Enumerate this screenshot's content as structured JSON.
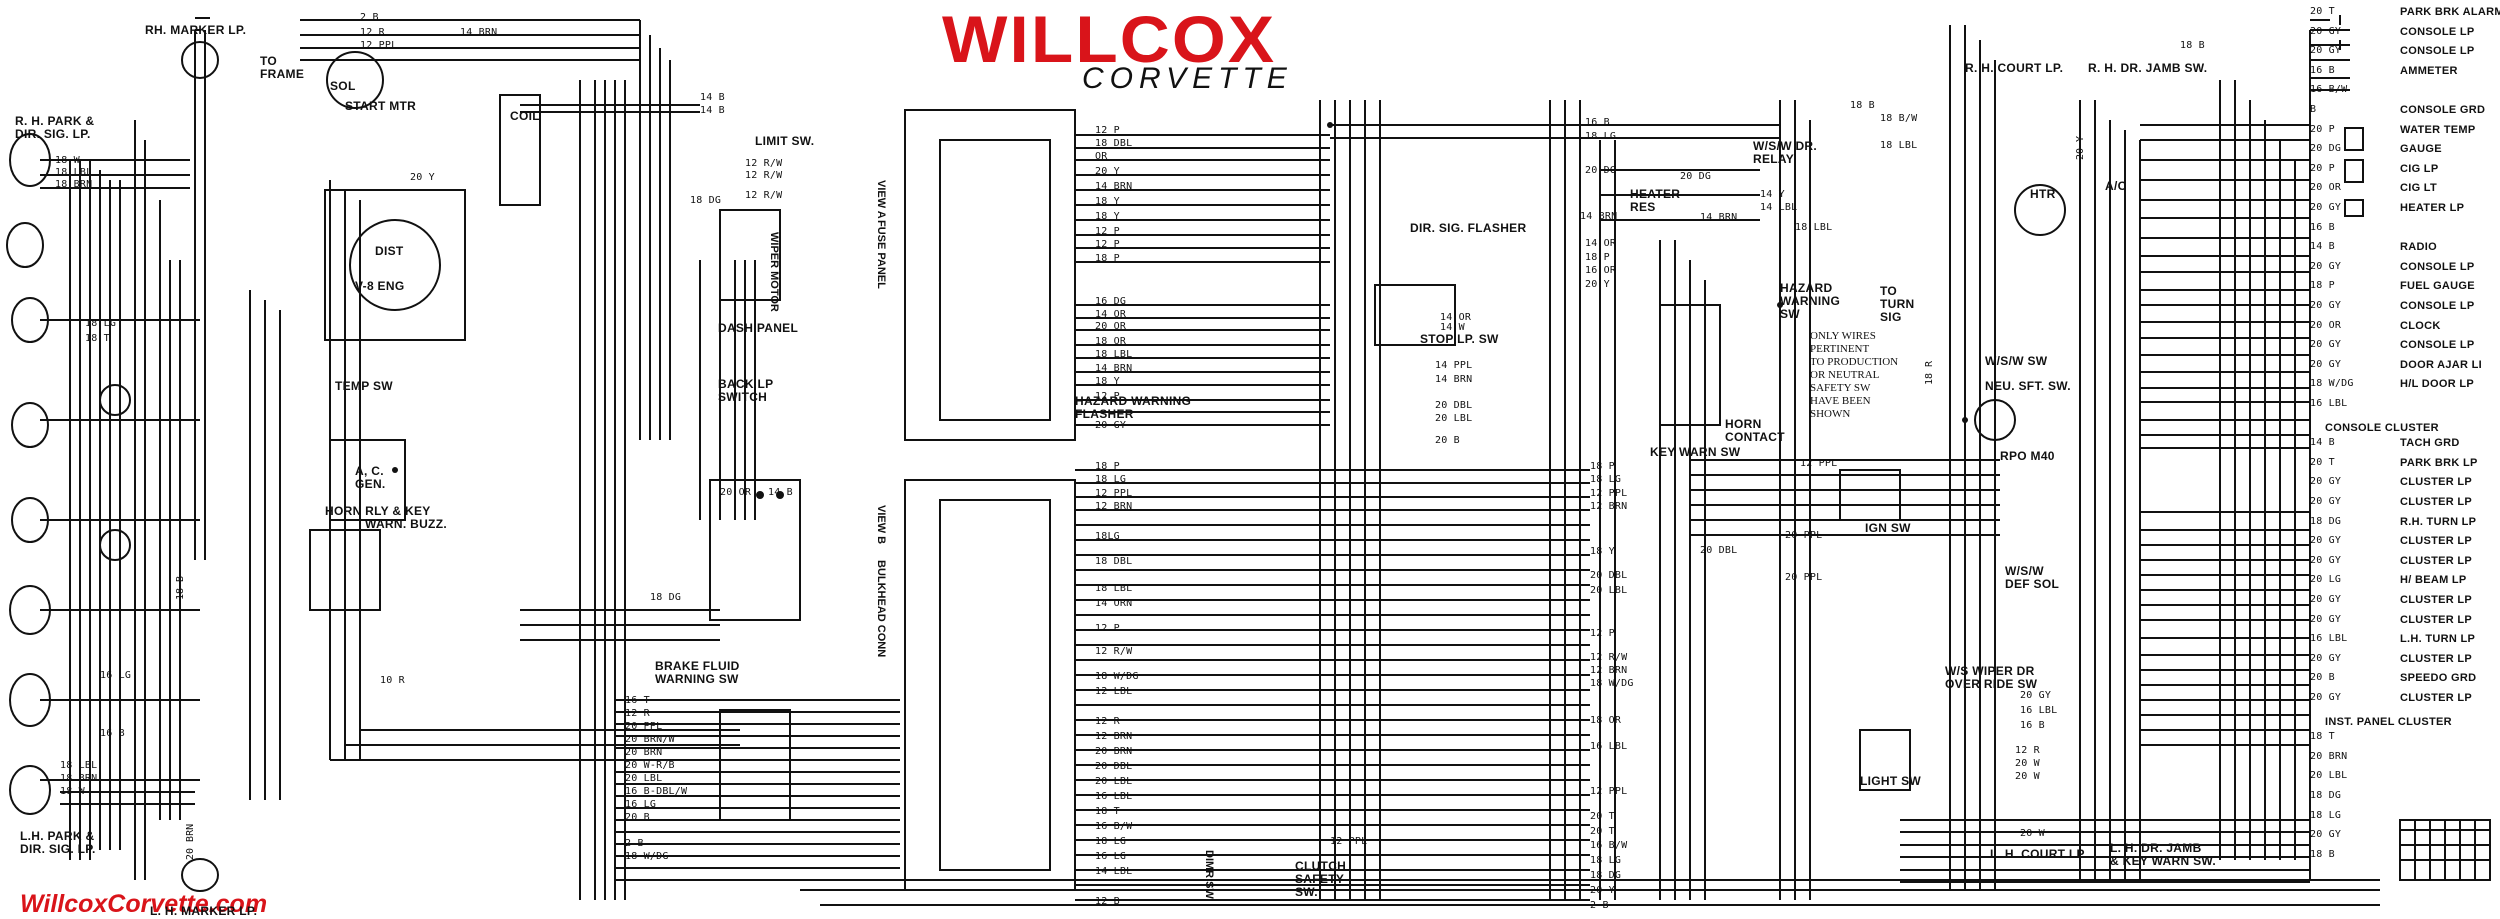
{
  "logo": {
    "brand": "WILLCOX",
    "sub": "CORVETTE"
  },
  "website": "WillcoxCorvette.com",
  "components": {
    "rh_marker": "RH. MARKER LP.",
    "rh_park": "R. H. PARK &",
    "rh_park2": "DIR. SIG. LP.",
    "lh_park": "L.H. PARK &",
    "lh_park2": "DIR. SIG. LP.",
    "lh_marker": "L. H. MARKER LP.",
    "to_frame": "TO",
    "to_frame2": "FRAME",
    "coil": "COIL",
    "v8": "V-8 ENG",
    "dist": "DIST",
    "temp_sw": "TEMP SW",
    "gen": "A, C.",
    "gen2": "GEN.",
    "horn_rly": "HORN RLY & KEY",
    "horn_rly2": "WARN. BUZZ.",
    "limit_sw": "LIMIT SW.",
    "dash_panel": "DASH PANEL",
    "back_lp": "BACK LP",
    "back_lp2": "SWITCH",
    "wiper_motor": "WIPER MOTOR",
    "brake_fluid": "BRAKE FLUID",
    "brake_fluid2": "WARNING SW",
    "fuse_panel": "FUSE PANEL",
    "bulkhead": "BULKHEAD CONN",
    "hazard_flasher": "HAZARD WARNING",
    "hazard_flasher2": "FLASHER",
    "dir_sig_flasher": "DIR. SIG. FLASHER",
    "stop_lp": "STOP LP. SW",
    "dimmer": "DIMR SW",
    "clutch": "CLUTCH",
    "clutch2": "SAFETY",
    "clutch3": "SW.",
    "wsw_relay": "W/S/W DR.",
    "wsw_relay2": "RELAY",
    "heater_res": "HEATER",
    "heater_res2": "RES",
    "hazard_sw": "HAZARD",
    "hazard_sw2": "WARNING",
    "hazard_sw3": "SW",
    "to_turn": "TO",
    "to_turn2": "TURN",
    "to_turn3": "SIG",
    "note": "ONLY WIRES\nPERTINENT\nTO PRODUCTION\nOR NEUTRAL\nSAFETY SW\nHAVE BEEN\nSHOWN",
    "horn_contact": "HORN",
    "horn_contact2": "CONTACT",
    "key_warn": "KEY WARN SW",
    "ign_sw": "IGN SW",
    "wsw_defsol": "W/S/W",
    "wsw_defsol2": "DEF SOL",
    "wsw_override": "W/S WIPER DR",
    "wsw_override2": "OVER RIDE SW",
    "light_sw": "LIGHT SW",
    "neu_set": "NEU. SFT. SW.",
    "rpo": "RPO M40",
    "wsw_sw": "W/S/W SW",
    "rh_court": "R. H. COURT LP.",
    "rh_jamb": "R. H. DR. JAMB SW.",
    "lh_court": "L. H. COURT LP.",
    "lh_jamb": "L. H. DR. JAMB",
    "lh_jamb2": "& KEY WARN SW.",
    "htr": "HTR",
    "ac": "A/C",
    "view_a": "VIEW A",
    "view_b": "VIEW B",
    "start_mtr": "START MTR",
    "sol": "SOL"
  },
  "right_column": [
    {
      "wire": "20 T",
      "name": "PARK BRK ALARM SW"
    },
    {
      "wire": "20 GY",
      "name": "CONSOLE LP"
    },
    {
      "wire": "20 GY",
      "name": "CONSOLE LP"
    },
    {
      "wire": "16 B",
      "name": "AMMETER"
    },
    {
      "wire": "16 B/W",
      "name": ""
    },
    {
      "wire": "B",
      "name": "CONSOLE GRD"
    },
    {
      "wire": "20 P",
      "name": "WATER TEMP"
    },
    {
      "wire": "20 DG",
      "name": "GAUGE"
    },
    {
      "wire": "20 P",
      "name": "CIG LP"
    },
    {
      "wire": "20 OR",
      "name": "CIG LT"
    },
    {
      "wire": "20 GY",
      "name": "HEATER LP"
    },
    {
      "wire": "16 B",
      "name": ""
    },
    {
      "wire": "14 B",
      "name": "RADIO"
    },
    {
      "wire": "20 GY",
      "name": "CONSOLE LP"
    },
    {
      "wire": "18 P",
      "name": "FUEL GAUGE"
    },
    {
      "wire": "20 GY",
      "name": "CONSOLE LP"
    },
    {
      "wire": "20 OR",
      "name": "CLOCK"
    },
    {
      "wire": "20 GY",
      "name": "CONSOLE LP"
    },
    {
      "wire": "20 GY",
      "name": "DOOR AJAR LI"
    },
    {
      "wire": "18 W/DG",
      "name": "H/L DOOR LP"
    },
    {
      "wire": "16 LBL",
      "name": ""
    },
    {
      "wire": "",
      "name": "CONSOLE CLUSTER"
    },
    {
      "wire": "14 B",
      "name": "TACH GRD"
    },
    {
      "wire": "20 T",
      "name": "PARK BRK LP"
    },
    {
      "wire": "20 GY",
      "name": "CLUSTER LP"
    },
    {
      "wire": "20 GY",
      "name": "CLUSTER LP"
    },
    {
      "wire": "18 DG",
      "name": "R.H. TURN LP"
    },
    {
      "wire": "20 GY",
      "name": "CLUSTER LP"
    },
    {
      "wire": "20 GY",
      "name": "CLUSTER LP"
    },
    {
      "wire": "20 LG",
      "name": "H/ BEAM LP"
    },
    {
      "wire": "20 GY",
      "name": "CLUSTER LP"
    },
    {
      "wire": "20 GY",
      "name": "CLUSTER LP"
    },
    {
      "wire": "16 LBL",
      "name": "L.H. TURN LP"
    },
    {
      "wire": "20 GY",
      "name": "CLUSTER LP"
    },
    {
      "wire": "20 B",
      "name": "SPEEDO GRD"
    },
    {
      "wire": "20 GY",
      "name": "CLUSTER LP"
    },
    {
      "wire": "",
      "name": "INST. PANEL CLUSTER"
    },
    {
      "wire": "18 T",
      "name": ""
    },
    {
      "wire": "20 BRN",
      "name": ""
    },
    {
      "wire": "20 LBL",
      "name": ""
    },
    {
      "wire": "18 DG",
      "name": ""
    },
    {
      "wire": "18 LG",
      "name": ""
    },
    {
      "wire": "20 GY",
      "name": ""
    },
    {
      "wire": "18 B",
      "name": ""
    }
  ],
  "wires": {
    "top1": "2 B",
    "top2": "12 R",
    "top3": "12 PPL",
    "top4": "14 BRN",
    "top5": "14 B",
    "top6": "14 B",
    "y20": "20 Y",
    "lh1": "18 W",
    "lh2": "18 LBL",
    "lh3": "18 BRN",
    "lh4": "18 LG",
    "lh5": "18 T",
    "lh6": "16 LG",
    "lh7": "16 B",
    "lh8": "18 B",
    "lh9": "18 LBL",
    "lh10": "18 BRN",
    "lh11": "18 W",
    "lr1": "12 R/W",
    "lr2": "12 R/W",
    "lr3": "12 R/W",
    "lr4": "18 DG",
    "b18dg": "18 DG",
    "b20or": "20 OR",
    "b14b": "14 B",
    "b10r": "10 R",
    "b2b": "2 B",
    "b20brn": "20 BRN",
    "f1": "12 P",
    "f2": "18 DBL",
    "f3": "OR",
    "f4": "20 Y",
    "f5": "14 BRN",
    "f6": "18 Y",
    "f7": "18 Y",
    "f8": "12 P",
    "f9": "12 P",
    "f10": "18 P",
    "f11": "16 DG",
    "f12": "14 OR",
    "f13": "20 OR",
    "f14": "18 OR",
    "f15": "18 LBL",
    "f16": "14 BRN",
    "f17": "18 Y",
    "f18": "12 P",
    "f19": "20 GY",
    "g1": "18 P",
    "g2": "18 LG",
    "g3": "12 PPL",
    "g4": "12 BRN",
    "g5": "18LG",
    "g6": "18 DBL",
    "g7": "18 LBL",
    "g8": "14 ORN",
    "g9": "12 P",
    "g10": "12 R/W",
    "g11": "18 W/DG",
    "g12": "12 LBL",
    "g13": "12 R",
    "g14": "12 BRN",
    "g15": "20 BRN",
    "g16": "20 DBL",
    "g17": "20 LBL",
    "g18": "16 LBL",
    "g19": "18 T",
    "g20": "16 B/W",
    "g21": "18 LG",
    "g22": "16 LG",
    "g23": "14 LBL",
    "g24": "12 B",
    "c1": "16 T",
    "c2": "12 R",
    "c3": "20 PPL",
    "c4": "20 BRN/W",
    "c5": "20 BRN",
    "c6": "20 W-R/B",
    "c7": "20 LBL",
    "c8": "16 B-DBL/W",
    "c9": "16 LG",
    "c10": "20 B",
    "c11": "2 B",
    "c12": "18 W/DG",
    "m1": "16 B",
    "m2": "18 LG",
    "m3": "20 DG",
    "m4": "14 BRN",
    "m5": "14 OR",
    "m6": "18 P",
    "m7": "16 OR",
    "m8": "20 Y",
    "m9": "14 PPL",
    "m10": "14 BRN",
    "m11": "20 DBL",
    "m12": "20 LBL",
    "m13": "20 B",
    "n1": "18 P",
    "n2": "18 LG",
    "n3": "12 PPL",
    "n4": "12 BRN",
    "n5": "18 Y",
    "n6": "20 DBL",
    "n7": "20 LBL",
    "n8": "12 P",
    "n9": "12 R/W",
    "n10": "12 BRN",
    "n11": "18 W/DG",
    "n12": "18 OR",
    "n13": "16 LBL",
    "n14": "12 PPL",
    "n15": "20 T",
    "n16": "20 T",
    "n17": "16 B/W",
    "n18": "18 LG",
    "n19": "18 DG",
    "n20": "20 Y",
    "n21": "2 B",
    "r1": "18 B",
    "r2": "18 B/W",
    "r3": "18 LBL",
    "r4": "20 DG",
    "r5": "14 Y",
    "r6": "14 LBL",
    "r7": "14 BRN",
    "r8": "18 LBL",
    "r9": "20 DBL",
    "r10": "12 PPL",
    "r11": "20 PPL",
    "r12": "20 PPL",
    "r13": "18 R",
    "r14": "20 GY",
    "r15": "16 LBL",
    "r16": "16 B",
    "r17": "12 R",
    "r18": "20 W",
    "r19": "20 W",
    "r20": "20 W",
    "r21": "20 Y",
    "r22": "18 B",
    "s14w": "14 W",
    "s14or": "14 OR",
    "w20dg2": "20 DG",
    "w14brn2": "14 BRN",
    "w20dbl": "20 DBL",
    "w18p": "18 P"
  }
}
